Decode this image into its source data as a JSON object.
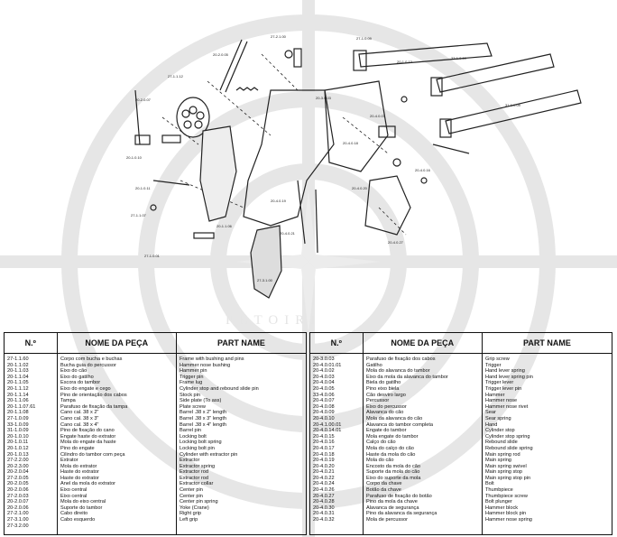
{
  "watermark_text": "PETOIRI",
  "left_table": {
    "headers": [
      "N.º",
      "NOME DA PEÇA",
      "PART NAME"
    ],
    "numbers": [
      "27-1.1.60",
      "20-1.1.02",
      "20-1.1.03",
      "20-1.1.04",
      "20-1.1.05",
      "20-1.1.12",
      "20-1.1.14",
      "20-1.1.06",
      "20-1.1.07.61",
      "20-1.1.08",
      "27-1.0.09",
      "33-1.0.09",
      "31-1.0.09",
      "20-1.0.10",
      "20-1.0.11",
      "20-1.0.12",
      "20-1.0.13",
      "27-2.2.00",
      "20-2.3.00",
      "20-2.0.04",
      "27-2.0.05",
      "20-2.0.05",
      "20-2.0.06",
      "27-2.0.03",
      "20-2.0.07",
      "20-2.0.06",
      "27-2.1.00",
      "27-3.1.00",
      "27-3.2.00"
    ],
    "names_pt": [
      "Corpo com bucha e buchas",
      "Bucha guia do percussor",
      "Eixo do cão",
      "Eixo do gatilho",
      "Escora do tambor",
      "Eixo do engate e cego",
      "Pino de orientação dos cabos",
      "Tampa",
      "Parafuso de fixação da tampa",
      "Cano cal. 38 x 2\"",
      "Cano cal. 38 x 3\"",
      "Cano cal. 38 x 4\"",
      "Pino de fixação do cano",
      "Engate haste do extrator",
      "Mola do engate da haste",
      "Pino do engate",
      "Cilindro do tambor com peça",
      "Extrator",
      "Mola do extrator",
      "Haste do extrator",
      "Haste do extrator",
      "Anel da mola do extrator",
      "Eixo central",
      "Eixo central",
      "Mola do eixo central",
      "Suporte do tambor",
      "Cabo direito",
      "Cabo esquerdo",
      ""
    ],
    "names_en": [
      "Frame with bushing and pins",
      "Hammer nose bushing",
      "Hammer pin",
      "Trigger pin",
      "Frame lug",
      "Cylinder stop and rebound slide pin",
      "Stock pin",
      "Side plate (To ass)",
      "Plate screw",
      "Barrel .38 x 2\" length",
      "Barrel .38 x 3\" length",
      "Barrel .38 x 4\" length",
      "Barrel pin",
      "Locking bolt",
      "Locking bolt spring",
      "Locking bolt pin",
      "Cylinder with extractor pin",
      "Extractor",
      "Extractor spring",
      "Extractor rod",
      "Extractor rod",
      "Extractor collar",
      "Center pin",
      "Center pin",
      "Center pin spring",
      "Yoke (Crane)",
      "Right grip",
      "Left grip",
      ""
    ]
  },
  "right_table": {
    "headers": [
      "N.º",
      "NOME DA PEÇA",
      "PART NAME"
    ],
    "numbers": [
      "20-3.0.03",
      "20-4.0.01.01",
      "20-4.0.02",
      "20-4.0.03",
      "20-4.0.04",
      "20-4.0.05",
      "33-4.0.06",
      "20-4.0.07",
      "20-4.0.08",
      "20-4.0.09",
      "20-4.0.10",
      "20-4.1.00.01",
      "20-4.0.14.01",
      "20-4.0.15",
      "20-4.0.16",
      "20-4.0.17",
      "20-4.0.18",
      "20-4.0.19",
      "20-4.0.20",
      "20-4.0.21",
      "20-4.0.22",
      "20-4.0.24",
      "20-4.0.26",
      "20-4.0.27",
      "20-4.0.28",
      "20-4.0.30",
      "20-4.0.31",
      "20-4.0.32"
    ],
    "names_pt": [
      "Parafuso de fixação dos cabos",
      "Gatilho",
      "Mola do alavanca do tambor",
      "Eixo da mola da alavanca do tambor",
      "Biela do gatilho",
      "Pino eixo biela",
      "Cão desviro largo",
      "Percussor",
      "Eixo do percussor",
      "Alavanca do cão",
      "Mola da alavanca do cão",
      "Alavanca do tambor completa",
      "Engate do tambor",
      "Mola engate do tambor",
      "Calço do cão",
      "Mola do calço do cão",
      "Haste da mola do cão",
      "Mola do cão",
      "Encosto da mola do cão",
      "Suporte da mola do cão",
      "Eixo do suporte da mola",
      "Corpo da chave",
      "Botão da chave",
      "Parafuso de fixação do botão",
      "Pino da mola da chave",
      "Alavanca de segurança",
      "Pino da alavanca da segurança",
      "Mola de percussor"
    ],
    "names_en": [
      "Grip screw",
      "Trigger",
      "Hand lever spring",
      "Hand lever spring pin",
      "Trigger lever",
      "Trigger lever pin",
      "Hammer",
      "Hammer nose",
      "Hammer nose rivet",
      "Sear",
      "Sear spring",
      "Hand",
      "Cylinder stop",
      "Cylinder stop spring",
      "Rebound slide",
      "Rebound slide spring",
      "Main spring rod",
      "Main spring",
      "Main spring swivel",
      "Main spring stop",
      "Main spring stop pin",
      "Bolt",
      "Thumbpiece",
      "Thumbpiece screw",
      "Bolt plunger",
      "Hammer block",
      "Hammer block pin",
      "Hammer nose spring"
    ]
  }
}
